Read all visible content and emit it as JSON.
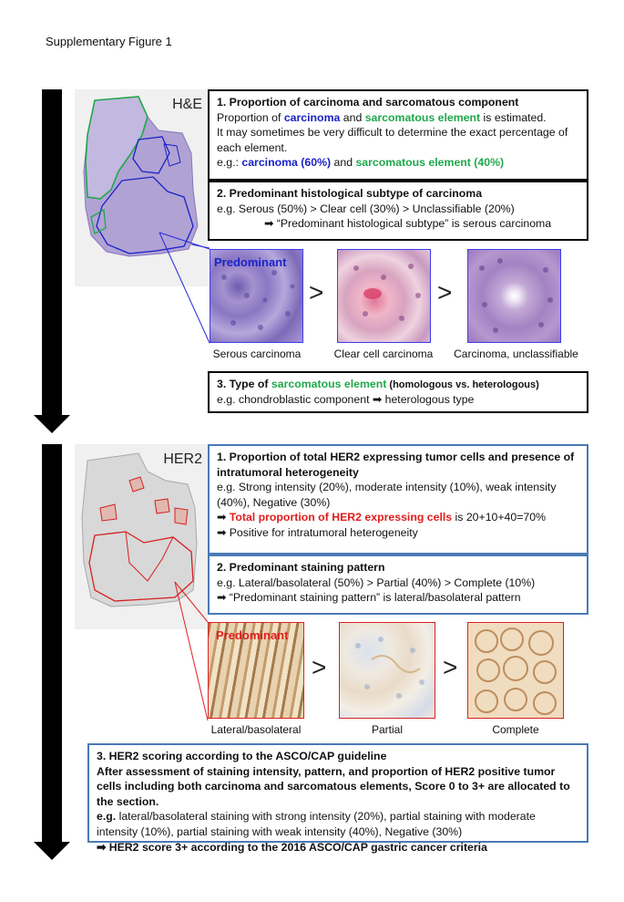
{
  "figure_title": "Supplementary Figure 1",
  "he": {
    "slide_label": "H&E",
    "box1": {
      "heading": "1. Proportion of carcinoma and sarcomatous component",
      "line1_pre": "Proportion of ",
      "line1_carcinoma": "carcinoma",
      "line1_and": " and ",
      "line1_sarc": "sarcomatous element",
      "line1_post": " is estimated.",
      "line2": "It may sometimes be very difficult to determine the exact percentage of each element.",
      "eg_pre": "e.g.: ",
      "eg_carcinoma": "carcinoma (60%)",
      "eg_and": " and ",
      "eg_sarc": "sarcomatous element (40%)"
    },
    "box2": {
      "heading": "2. Predominant histological subtype of carcinoma",
      "line1": "e.g. Serous (50%) > Clear cell (30%) > Unclassifiable (20%)",
      "line2": "➡ “Predominant histological subtype” is serous carcinoma"
    },
    "images": {
      "predominant_label": "Predominant",
      "captions": [
        "Serous carcinoma",
        "Clear cell carcinoma",
        "Carcinoma, unclassifiable"
      ],
      "separator": ">"
    },
    "box3": {
      "heading_pre": "3. Type of ",
      "heading_sarc": "sarcomatous element",
      "heading_post": " (homologous vs. heterologous)",
      "line1": "e.g. chondroblastic component ➡ heterologous type"
    }
  },
  "her2": {
    "slide_label": "HER2",
    "box1": {
      "heading": "1. Proportion of total HER2 expressing tumor cells and presence of intratumoral heterogeneity",
      "line1": "e.g. Strong intensity (20%), moderate intensity (10%), weak intensity (40%), Negative (30%)",
      "line2_arrow": "➡ ",
      "line2_red": "Total proportion of HER2 expressing cells",
      "line2_post": " is 20+10+40=70%",
      "line3": "➡ Positive for intratumoral heterogeneity"
    },
    "box2": {
      "heading": "2. Predominant staining pattern",
      "line1": "e.g. Lateral/basolateral (50%) > Partial (40%) > Complete (10%)",
      "line2": "➡ “Predominant staining pattern” is lateral/basolateral pattern"
    },
    "images": {
      "predominant_label": "Predominant",
      "captions": [
        "Lateral/basolateral",
        "Partial",
        "Complete"
      ],
      "separator": ">"
    },
    "box3": {
      "heading": "3. HER2 scoring according to the ASCO/CAP guideline",
      "bold_para": "After assessment of staining intensity, pattern, and proportion of HER2 positive tumor cells including both carcinoma and sarcomatous elements, Score 0 to 3+ are allocated to the section.",
      "eg_label": "e.g.",
      "eg_text": " lateral/basolateral staining with strong intensity (20%), partial staining with moderate intensity (10%), partial staining with weak intensity (40%), Negative (30%)",
      "conclusion": "➡ HER2 score 3+ according to the 2016 ASCO/CAP gastric cancer criteria"
    }
  },
  "colors": {
    "carcinoma": "#1a22c8",
    "sarcomatous": "#1fa84a",
    "her2_red": "#e11d1d",
    "box_blue": "#4a7ab6"
  }
}
